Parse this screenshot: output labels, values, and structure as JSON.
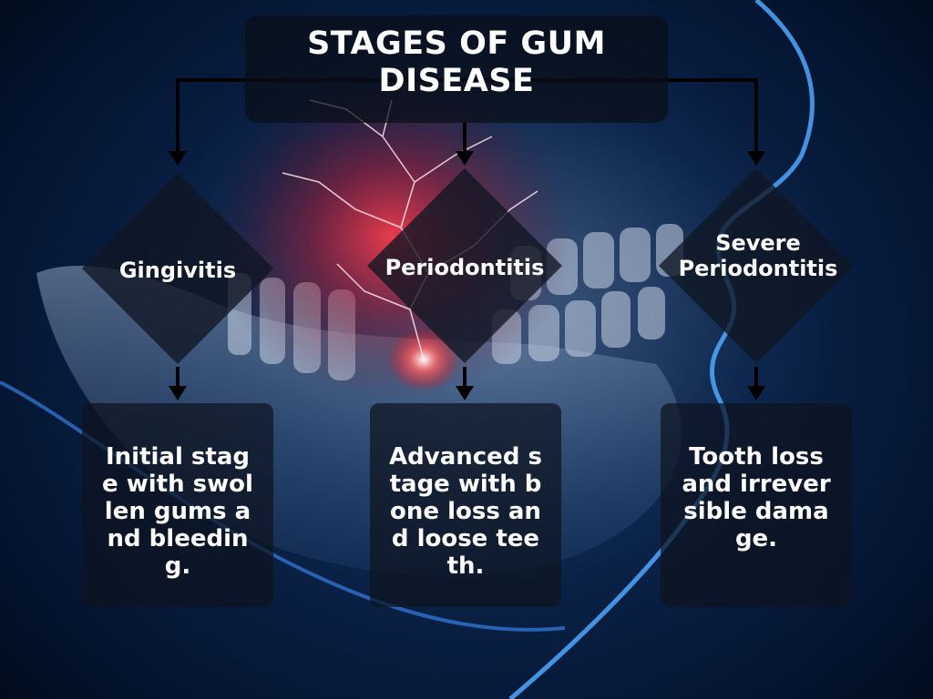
{
  "title": "STAGES OF GUM DISEASE",
  "stages": [
    {
      "label": "Gingivitis",
      "description": "Initial stage with swollen gums and bleeding."
    },
    {
      "label": "Periodontitis",
      "description": "Advanced stage with bone loss and loose teeth."
    },
    {
      "label": "Severe Periodontitis",
      "description": "Tooth loss and irreversible damage."
    }
  ],
  "colors": {
    "background": "#0a2247",
    "accent_glow": "#ff3b4a",
    "arrow": "#000000",
    "text": "#ffffff"
  }
}
